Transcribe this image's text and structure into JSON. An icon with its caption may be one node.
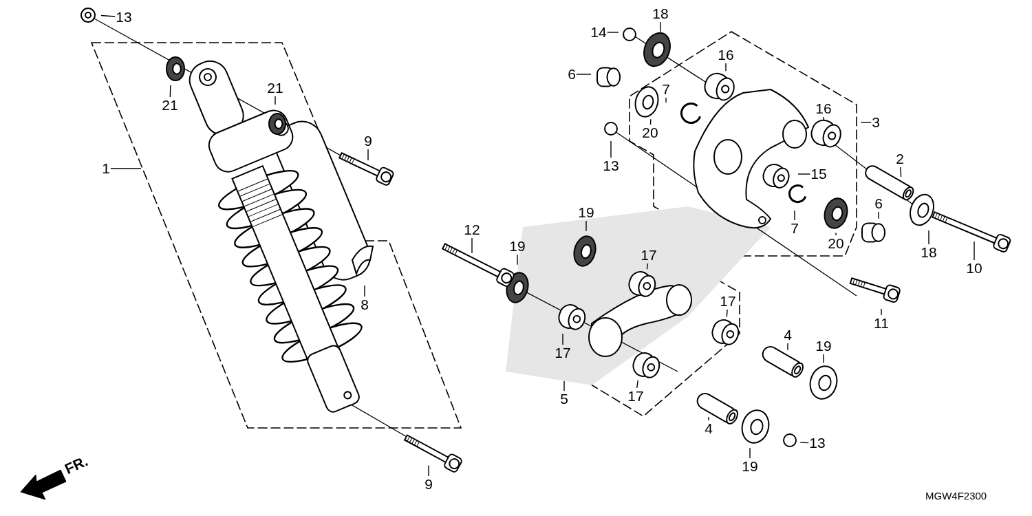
{
  "diagram": {
    "nodes": [
      {
        "text": [
          "13"
        ]
      },
      {
        "text": [
          "18"
        ]
      },
      {
        "text": [
          "14"
        ]
      },
      {
        "text": [
          "16"
        ]
      },
      {
        "text": [
          "6"
        ]
      },
      {
        "text": [
          "21"
        ]
      },
      {
        "text": [
          "21"
        ]
      },
      {
        "text": [
          "7"
        ]
      },
      {
        "text": [
          "16"
        ]
      },
      {
        "text": [
          "3"
        ]
      },
      {
        "text": [
          "20"
        ]
      },
      {
        "text": [
          "9"
        ]
      },
      {
        "text": [
          "13"
        ]
      },
      {
        "text": [
          "1"
        ]
      },
      {
        "text": [
          "15"
        ]
      },
      {
        "text": [
          "2"
        ]
      },
      {
        "text": [
          "6"
        ]
      },
      {
        "text": [
          "7"
        ]
      },
      {
        "text": [
          "20"
        ]
      },
      {
        "text": [
          "18"
        ]
      },
      {
        "text": [
          "19"
        ]
      },
      {
        "text": [
          "12"
        ]
      },
      {
        "text": [
          "10"
        ]
      },
      {
        "text": [
          "19"
        ]
      },
      {
        "text": [
          "17"
        ]
      },
      {
        "text": [
          "8"
        ]
      },
      {
        "text": [
          "17"
        ]
      },
      {
        "text": [
          "11"
        ]
      },
      {
        "text": [
          "4"
        ]
      },
      {
        "text": [
          "19"
        ]
      },
      {
        "text": [
          "17"
        ]
      },
      {
        "text": [
          "5"
        ]
      },
      {
        "text": [
          "17"
        ]
      },
      {
        "text": [
          "4"
        ]
      },
      {
        "text": [
          "13"
        ]
      },
      {
        "text": [
          "19"
        ]
      },
      {
        "text": [
          "9"
        ]
      }
    ],
    "edges": [
      {
        "from": 0,
        "to": null,
        "arrow": "none"
      },
      {
        "from": 1,
        "to": null,
        "arrow": "none"
      },
      {
        "from": 2,
        "to": null,
        "arrow": "none"
      },
      {
        "from": 3,
        "to": null,
        "arrow": "none"
      },
      {
        "from": 4,
        "to": null,
        "arrow": "none"
      },
      {
        "from": 5,
        "to": null,
        "arrow": "none"
      },
      {
        "from": 6,
        "to": null,
        "arrow": "none"
      },
      {
        "from": 7,
        "to": null,
        "arrow": "none"
      },
      {
        "from": 8,
        "to": null,
        "arrow": "none"
      },
      {
        "from": 9,
        "to": null,
        "arrow": "none"
      },
      {
        "from": 10,
        "to": null,
        "arrow": "none"
      },
      {
        "from": 11,
        "to": null,
        "arrow": "none"
      },
      {
        "from": 12,
        "to": null,
        "arrow": "none"
      },
      {
        "from": 13,
        "to": null,
        "arrow": "none"
      },
      {
        "from": 14,
        "to": null,
        "arrow": "none"
      },
      {
        "from": 15,
        "to": null,
        "arrow": "none"
      },
      {
        "from": 16,
        "to": null,
        "arrow": "none"
      },
      {
        "from": 17,
        "to": null,
        "arrow": "none"
      },
      {
        "from": 18,
        "to": null,
        "arrow": "none"
      },
      {
        "from": 19,
        "to": null,
        "arrow": "none"
      },
      {
        "from": 20,
        "to": null,
        "arrow": "none"
      },
      {
        "from": 21,
        "to": null,
        "arrow": "none"
      },
      {
        "from": 22,
        "to": null,
        "arrow": "none"
      },
      {
        "from": 23,
        "to": null,
        "arrow": "none"
      },
      {
        "from": 24,
        "to": null,
        "arrow": "none"
      },
      {
        "from": 25,
        "to": null,
        "arrow": "none"
      },
      {
        "from": 26,
        "to": null,
        "arrow": "none"
      },
      {
        "from": 27,
        "to": null,
        "arrow": "none"
      },
      {
        "from": 28,
        "to": null,
        "arrow": "none"
      },
      {
        "from": 29,
        "to": null,
        "arrow": "none"
      },
      {
        "from": 30,
        "to": null,
        "arrow": "none"
      },
      {
        "from": 31,
        "to": null,
        "arrow": "none"
      },
      {
        "from": 32,
        "to": null,
        "arrow": "none"
      },
      {
        "from": 33,
        "to": null,
        "arrow": "none"
      },
      {
        "from": 34,
        "to": null,
        "arrow": "none"
      },
      {
        "from": 35,
        "to": null,
        "arrow": "none"
      },
      {
        "from": 36,
        "to": null,
        "arrow": "none"
      }
    ],
    "labels": [
      "FR.",
      "MGW4F2300"
    ]
  }
}
